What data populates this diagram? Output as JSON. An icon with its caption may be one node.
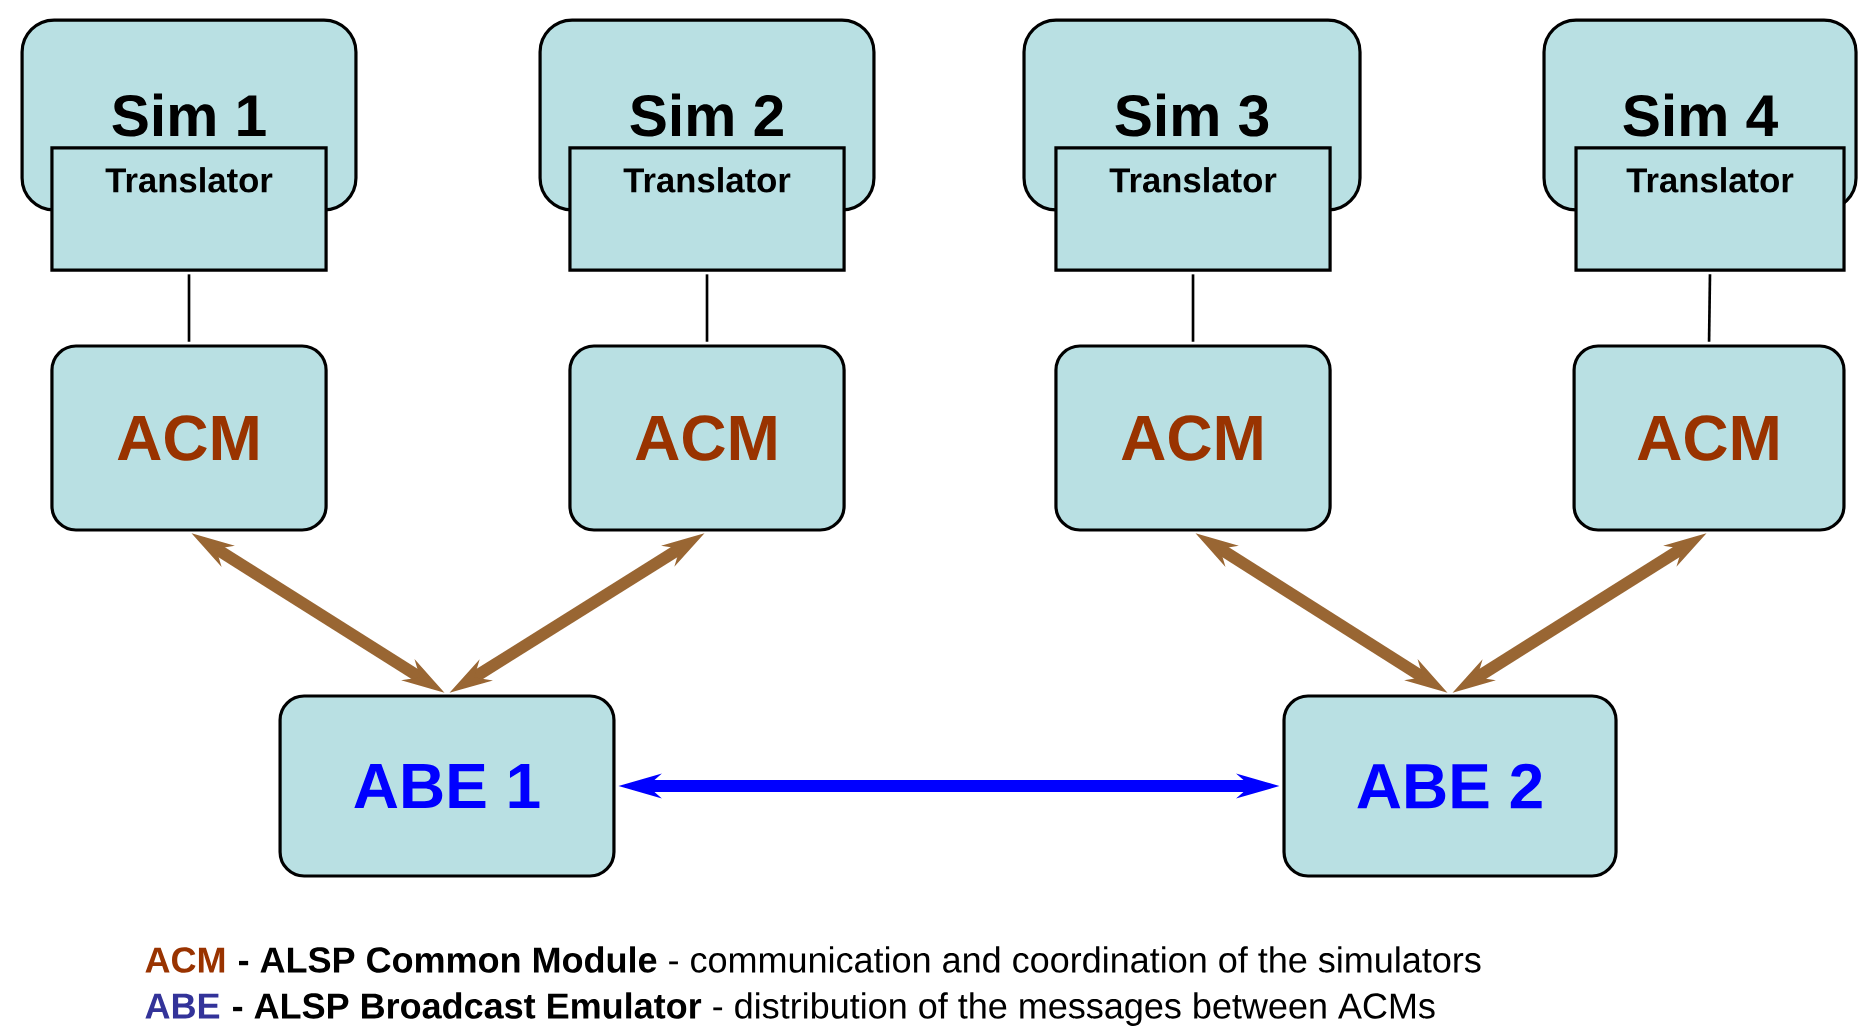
{
  "diagram": {
    "nodes": [
      {
        "text": [
          "Sim 1"
        ]
      },
      {
        "text": [
          "Translator"
        ]
      },
      {
        "text": [
          "Sim 2"
        ]
      },
      {
        "text": [
          "Translator"
        ]
      },
      {
        "text": [
          "Sim 3"
        ]
      },
      {
        "text": [
          "Translator"
        ]
      },
      {
        "text": [
          "Sim 4"
        ]
      },
      {
        "text": [
          "Translator"
        ]
      },
      {
        "text": [
          "ACM"
        ]
      },
      {
        "text": [
          "ACM"
        ]
      },
      {
        "text": [
          "ACM"
        ]
      },
      {
        "text": [
          "ACM"
        ]
      },
      {
        "text": [
          "ABE 1"
        ]
      },
      {
        "text": [
          "ABE 2"
        ]
      }
    ],
    "edges": [
      {
        "from": 1,
        "to": 8,
        "arrow": "none"
      },
      {
        "from": 3,
        "to": 9,
        "arrow": "none"
      },
      {
        "from": 5,
        "to": 10,
        "arrow": "none"
      },
      {
        "from": 7,
        "to": 11,
        "arrow": "none"
      },
      {
        "from": 8,
        "to": 12,
        "arrow": "both",
        "color": "#996633"
      },
      {
        "from": 9,
        "to": 12,
        "arrow": "both",
        "color": "#996633"
      },
      {
        "from": 10,
        "to": 13,
        "arrow": "both",
        "color": "#996633"
      },
      {
        "from": 11,
        "to": 13,
        "arrow": "both",
        "color": "#996633"
      },
      {
        "from": 12,
        "to": 13,
        "arrow": "both",
        "color": "#0000ff"
      }
    ],
    "labels": [
      "ACM",
      "**- ALSP Common Module** - communication and coordination of the simulators",
      "ABE",
      "**- ALSP Broadcast Emulator** - distribution of the messages between ACMs"
    ]
  }
}
